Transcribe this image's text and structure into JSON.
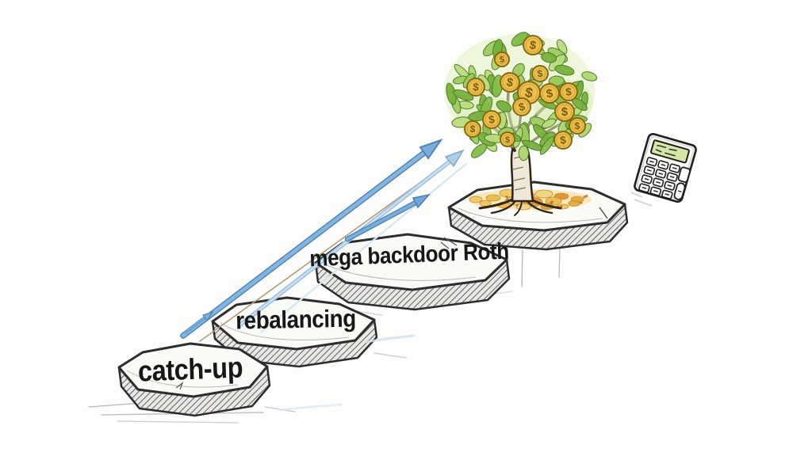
{
  "illustration": {
    "steps": [
      {
        "id": "catch-up",
        "label": "catch-up"
      },
      {
        "id": "rebalancing",
        "label": "rebalancing"
      },
      {
        "id": "mega-backdoor-roth",
        "label": "mega backdoor Roth"
      }
    ],
    "coin_symbol": "$",
    "colors": {
      "background": "#fdfdfc",
      "ink": "#2d2d2d",
      "arrow_blue": "#79aed9",
      "arrow_blue_dark": "#4f86ba",
      "arrow_blue_light": "#aecfe8",
      "pencil_tan": "#b19a77",
      "leaf_green": "#8cc455",
      "coin_gold": "#ecc04a",
      "coin_rim": "#8a6712",
      "gold_pile": "#e7a83f",
      "calculator_display": "#d5e7a6"
    },
    "icons": [
      {
        "name": "money-tree-icon"
      },
      {
        "name": "dollar-coin-icon"
      },
      {
        "name": "calculator-icon"
      },
      {
        "name": "growth-arrow-icon"
      }
    ]
  }
}
